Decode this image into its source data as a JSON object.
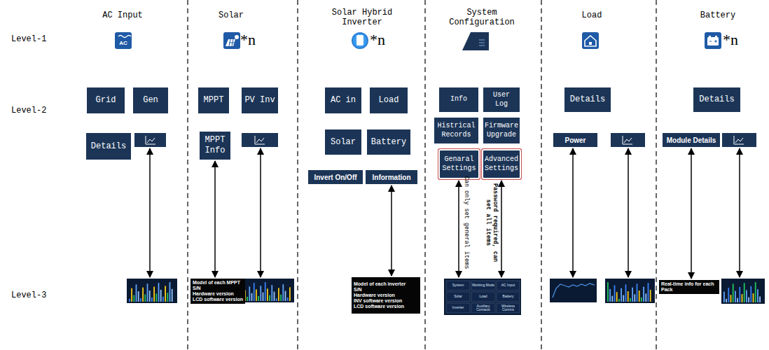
{
  "diagram": {
    "nodes": [
      {
        "text": [
          "Grid"
        ]
      },
      {
        "text": [
          "Gen"
        ]
      },
      {
        "text": [
          "Details"
        ]
      },
      {
        "text": [
          "MPPT"
        ]
      },
      {
        "text": [
          "PV Inv"
        ]
      },
      {
        "text": [
          "MPPT Info"
        ]
      },
      {
        "text": [
          "Model of each MPPT",
          "S/N",
          "Hardware version",
          "LCD software version"
        ]
      },
      {
        "text": [
          "AC in"
        ]
      },
      {
        "text": [
          "Load"
        ]
      },
      {
        "text": [
          "Solar"
        ]
      },
      {
        "text": [
          "Battery"
        ]
      },
      {
        "text": [
          "Invert On/Off"
        ]
      },
      {
        "text": [
          "Information"
        ]
      },
      {
        "text": [
          "Model of each inverter",
          "S/N",
          "Hardware version",
          "INV software version",
          "LCD software version"
        ]
      },
      {
        "text": [
          "Info"
        ]
      },
      {
        "text": [
          "User Log"
        ]
      },
      {
        "text": [
          "Histrical Records"
        ]
      },
      {
        "text": [
          "Firmware Upgrade"
        ]
      },
      {
        "text": [
          "Genaral Settings"
        ]
      },
      {
        "text": [
          "Advanced Settings"
        ]
      },
      {
        "text": [
          "Details"
        ]
      },
      {
        "text": [
          "Power"
        ]
      },
      {
        "text": [
          "Details"
        ]
      },
      {
        "text": [
          "Module Details"
        ]
      },
      {
        "text": [
          "Real-time info for each Pack"
        ]
      }
    ],
    "edges": [
      {
        "from": 5,
        "to": 6,
        "arrow": "both"
      },
      {
        "from": 12,
        "to": 13,
        "arrow": "both"
      },
      {
        "from": 23,
        "to": 24,
        "arrow": "both"
      }
    ],
    "labels": [
      "AC Input",
      "Solar",
      "Solar Hybrid Inverter",
      "System Configuration",
      "Load",
      "Battery",
      "Level-1",
      "Level-2",
      "Level-3",
      "*n",
      "*n",
      "*n",
      "Can only set general items",
      "Password required, can set all items",
      "System",
      "Working Mode",
      "AC Input",
      "Solar",
      "Load",
      "Battery",
      "Inverter",
      "Auxiliary Contacts",
      "Wireless Comms",
      "AC"
    ]
  }
}
